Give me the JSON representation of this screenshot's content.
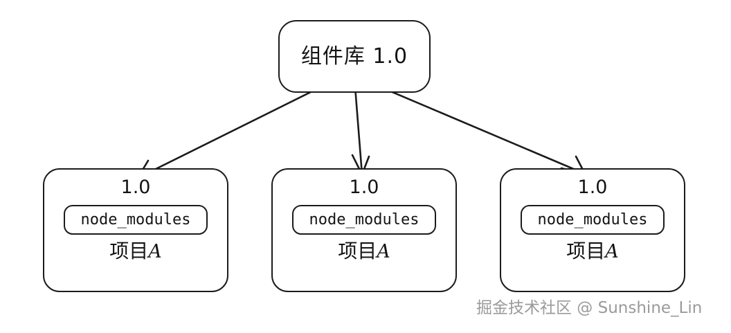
{
  "diagram": {
    "type": "node-arrow-diagram",
    "background_color": "#ffffff",
    "stroke_color": "#1b1b1b",
    "text_color": "#141414",
    "root": {
      "label": "组件库 1.0"
    },
    "projects": [
      {
        "version": "1.0",
        "folder": "node_modules",
        "name_cjk": "项目",
        "name_latin": "A"
      },
      {
        "version": "1.0",
        "folder": "node_modules",
        "name_cjk": "项目",
        "name_latin": "A"
      },
      {
        "version": "1.0",
        "folder": "node_modules",
        "name_cjk": "项目",
        "name_latin": "A"
      }
    ],
    "edges": [
      {
        "from": "root",
        "to": "project-1",
        "style": "arrow"
      },
      {
        "from": "root",
        "to": "project-2",
        "style": "arrow"
      },
      {
        "from": "root",
        "to": "project-3",
        "style": "arrow"
      }
    ]
  },
  "watermark": {
    "text": "掘金技术社区 @ Sunshine_Lin",
    "color": "#9a9a9a"
  }
}
